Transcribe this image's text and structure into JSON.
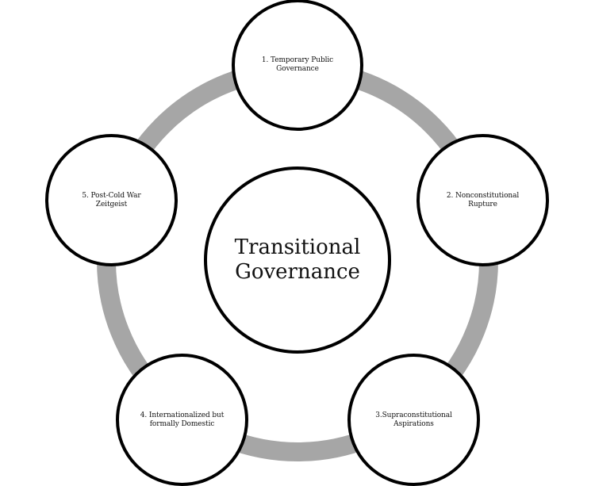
{
  "diagram": {
    "type": "cycle",
    "center": {
      "label": "Transitional\nGovernance"
    },
    "nodes": [
      {
        "id": 1,
        "label": "1. Temporary  Public\nGovernance"
      },
      {
        "id": 2,
        "label": "2. Nonconstitutional\nRupture"
      },
      {
        "id": 3,
        "label": "3.Supraconstitutional\nAspirations"
      },
      {
        "id": 4,
        "label": "4. Internationalized  but\nformally  Domestic"
      },
      {
        "id": 5,
        "label": "5. Post-Cold  War\nZeitgeist"
      }
    ],
    "colors": {
      "ring": "#a6a6a6",
      "node_border": "#000000",
      "node_fill": "#ffffff",
      "text": "#111111"
    }
  }
}
